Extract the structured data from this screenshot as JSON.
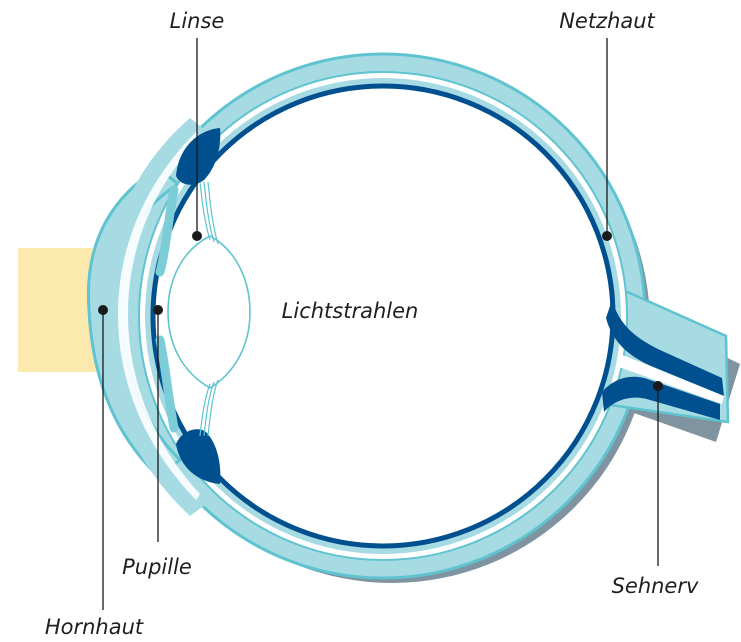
{
  "labels": {
    "lens": "Linse",
    "retina": "Netzhaut",
    "light_rays": "Lichtstrahlen",
    "pupil": "Pupille",
    "cornea": "Hornhaut",
    "optic_nerve": "Sehnerv"
  },
  "colors": {
    "light_beam": "#fce9ad",
    "sclera_light": "#a6dbe3",
    "sclera_edge": "#5fc3d0",
    "dark_blue": "#00508f",
    "shadow": "#7f93a0",
    "leader": "#1a1a1a"
  }
}
